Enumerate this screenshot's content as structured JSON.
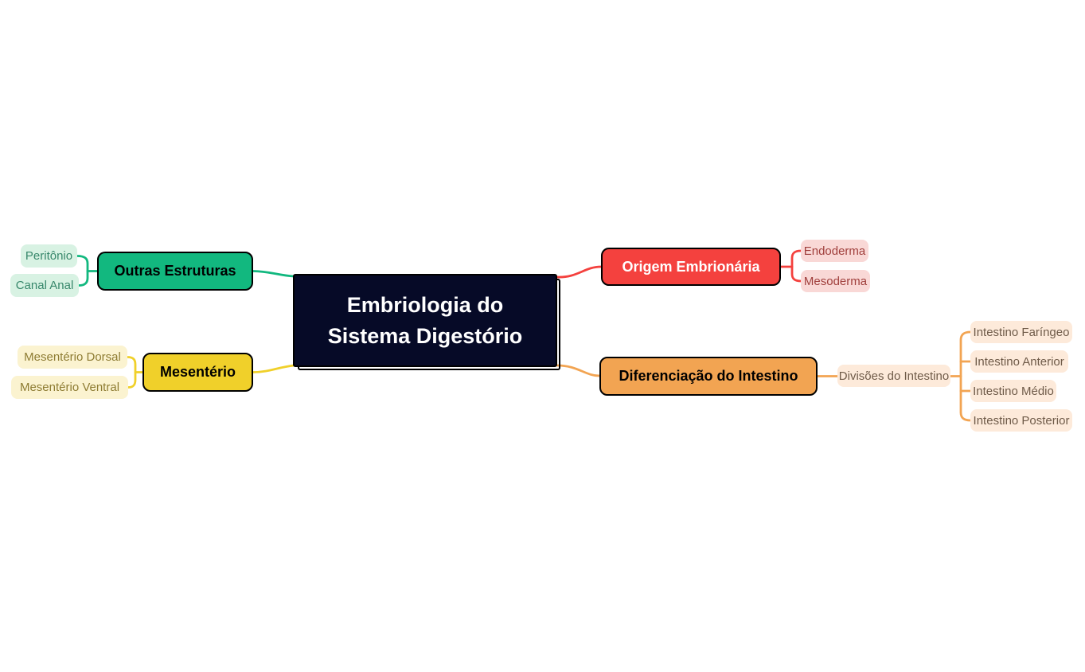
{
  "title": {
    "line1": "Embriologia do",
    "line2": "Sistema Digestório"
  },
  "colors": {
    "background": "#ffffff",
    "central_fill": "#060a27",
    "central_text": "#ffffff",
    "central_border": "#000000",
    "green": "#12b87f",
    "green_light": "#d8f2e3",
    "green_text": "#37876b",
    "yellow": "#f0d02a",
    "yellow_light": "#fbf3d0",
    "yellow_text": "#8e7c33",
    "red": "#f4413e",
    "red_light": "#f9d8d6",
    "red_text": "#a03f3c",
    "orange": "#f2a452",
    "orange_light": "#fdeada",
    "orange_text": "#6f5b49"
  },
  "branches": [
    {
      "label": "Outras Estruturas",
      "children": [
        {
          "label": "Peritônio"
        },
        {
          "label": "Canal Anal"
        }
      ]
    },
    {
      "label": "Mesentério",
      "children": [
        {
          "label": "Mesentério Dorsal"
        },
        {
          "label": "Mesentério Ventral"
        }
      ]
    },
    {
      "label": "Origem Embrionária",
      "children": [
        {
          "label": "Endoderma"
        },
        {
          "label": "Mesoderma"
        }
      ]
    },
    {
      "label": "Diferenciação do Intestino",
      "children": [
        {
          "label": "Divisões do Intestino",
          "children": [
            {
              "label": "Intestino Faríngeo"
            },
            {
              "label": "Intestino Anterior"
            },
            {
              "label": "Intestino Médio"
            },
            {
              "label": "Intestino Posterior"
            }
          ]
        }
      ]
    }
  ]
}
